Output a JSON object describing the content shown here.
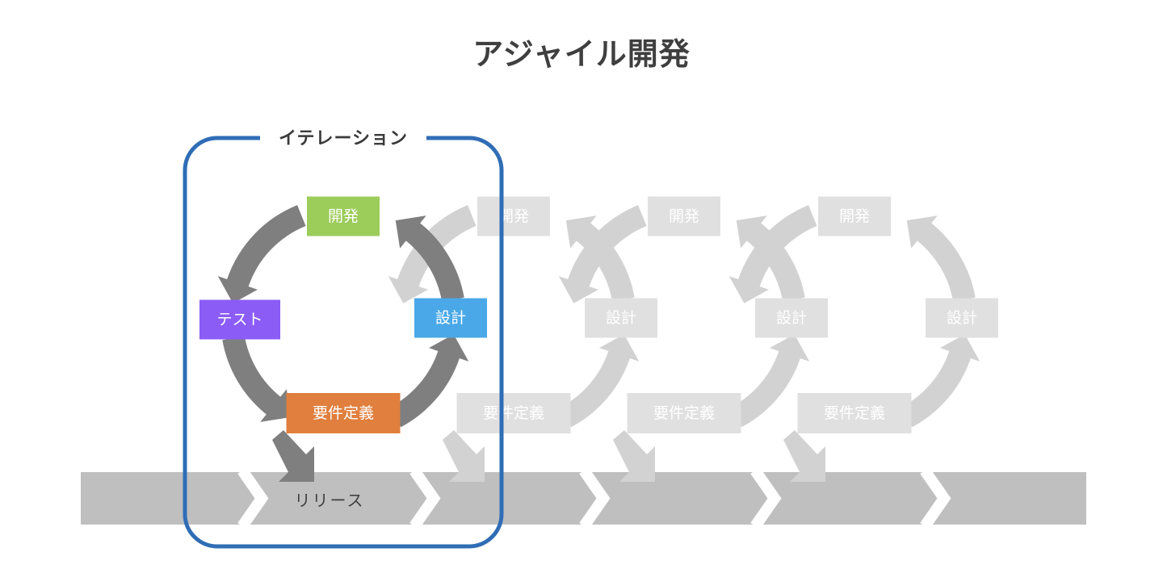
{
  "title": "アジャイル開発",
  "iteration_frame": {
    "label": "イテレーション",
    "color": "#2f6db5"
  },
  "timeline": {
    "color": "#bfbfbf",
    "segments": 6,
    "release_label": "リリース"
  },
  "cycle_steps": [
    {
      "id": "requirements",
      "label": "要件定義",
      "color": "#e07f3e"
    },
    {
      "id": "design",
      "label": "設計",
      "color": "#4aa8e8"
    },
    {
      "id": "development",
      "label": "開発",
      "color": "#9ccc5a"
    },
    {
      "id": "test",
      "label": "テスト",
      "color": "#8b5cf6"
    }
  ],
  "cycles": [
    {
      "active": true,
      "steps": [
        "requirements",
        "design",
        "development",
        "test"
      ]
    },
    {
      "active": false,
      "steps": [
        "requirements",
        "design",
        "development"
      ]
    },
    {
      "active": false,
      "steps": [
        "requirements",
        "design",
        "development"
      ]
    },
    {
      "active": false,
      "steps": [
        "requirements",
        "design",
        "development"
      ]
    }
  ],
  "colors": {
    "active_arrow": "#7f7f7f",
    "faded_arrow": "#d2d2d2",
    "faded_box": "#e0e0e0",
    "faded_text": "#ffffff"
  }
}
